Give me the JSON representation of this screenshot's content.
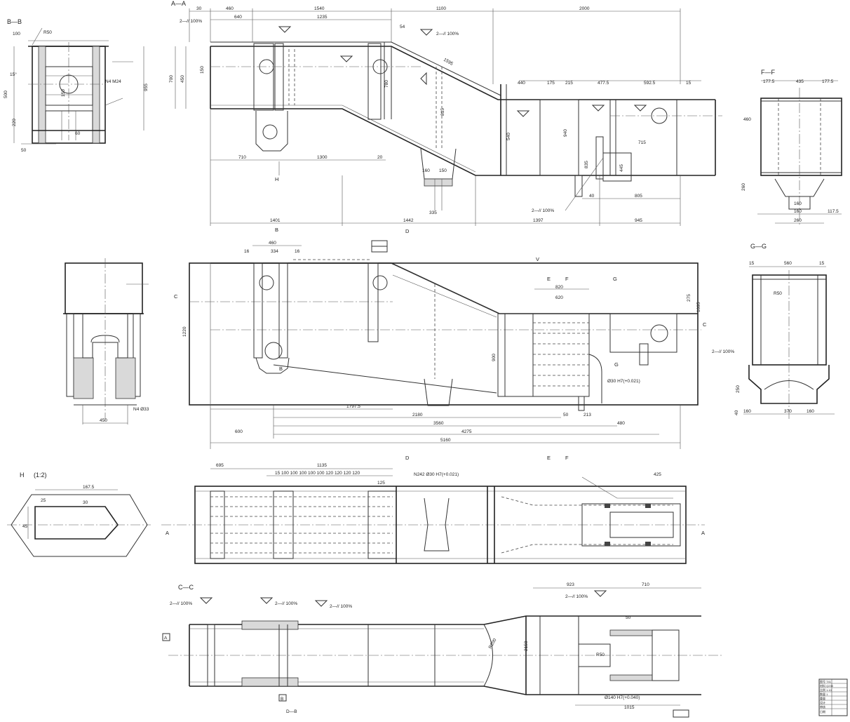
{
  "sections": {
    "a_a": "A—A",
    "b_b": "B—B",
    "f_f": "F—F",
    "g_g": "G—G",
    "c_c": "C—C",
    "h": "H",
    "h_scale": "(1:2)"
  },
  "labels": {
    "h_mark": "H",
    "b_mark": "B",
    "d_mark": "D",
    "e_mark": "E",
    "f_mark": "F",
    "g_mark": "G",
    "a_mark": "A",
    "c_mark": "C",
    "flatness": "□",
    "ok": "V",
    "weld_note": "2—// 100%"
  },
  "dims": {
    "aa": [
      "30",
      "460",
      "1540",
      "1100",
      "2000",
      "640",
      "1235",
      "54",
      "1595",
      "440",
      "175",
      "215",
      "477.5",
      "592.5",
      "15",
      "700",
      "150",
      "450",
      "780",
      "815",
      "540",
      "940",
      "835",
      "445",
      "710",
      "1300",
      "20",
      "160",
      "150",
      "335",
      "1401",
      "1442",
      "1397",
      "945",
      "805",
      "40",
      "715"
    ],
    "bb": [
      "100",
      "R50",
      "15°",
      "N4 M24",
      "955",
      "500",
      "220",
      "60",
      "50",
      "150"
    ],
    "ff": [
      "177.5",
      "435",
      "177.5",
      "460",
      "260",
      "160",
      "160",
      "260",
      "117.5"
    ],
    "mid": [
      "460",
      "334",
      "16",
      "16",
      "1797.5",
      "2180",
      "3560",
      "4275",
      "5160",
      "820",
      "620",
      "600",
      "900",
      "275",
      "1095",
      "1220",
      "Ø30 H7(+0.021)",
      "50",
      "213",
      "480",
      "N4 Ø33",
      "450"
    ],
    "gg": [
      "15",
      "560",
      "15",
      "R50",
      "250",
      "160",
      "370",
      "160",
      "40"
    ],
    "h": [
      "167.5",
      "25",
      "45",
      "30"
    ],
    "plan": [
      "695",
      "1135",
      "125",
      "425",
      "N242 Ø30 H7(+0.021)",
      "15 100 100 100 100 100 120 120 120 120"
    ],
    "cc": [
      "923",
      "710",
      "50",
      "R200",
      "R50",
      "Ø140 H7(+0.040)",
      "1015",
      "2150",
      "D—B"
    ]
  },
  "title_block": {
    "rows": [
      "图号 T41",
      "材料 Q235",
      "比例 1:10",
      "数量 1",
      "重量",
      "设计",
      "审核",
      "日期"
    ]
  }
}
